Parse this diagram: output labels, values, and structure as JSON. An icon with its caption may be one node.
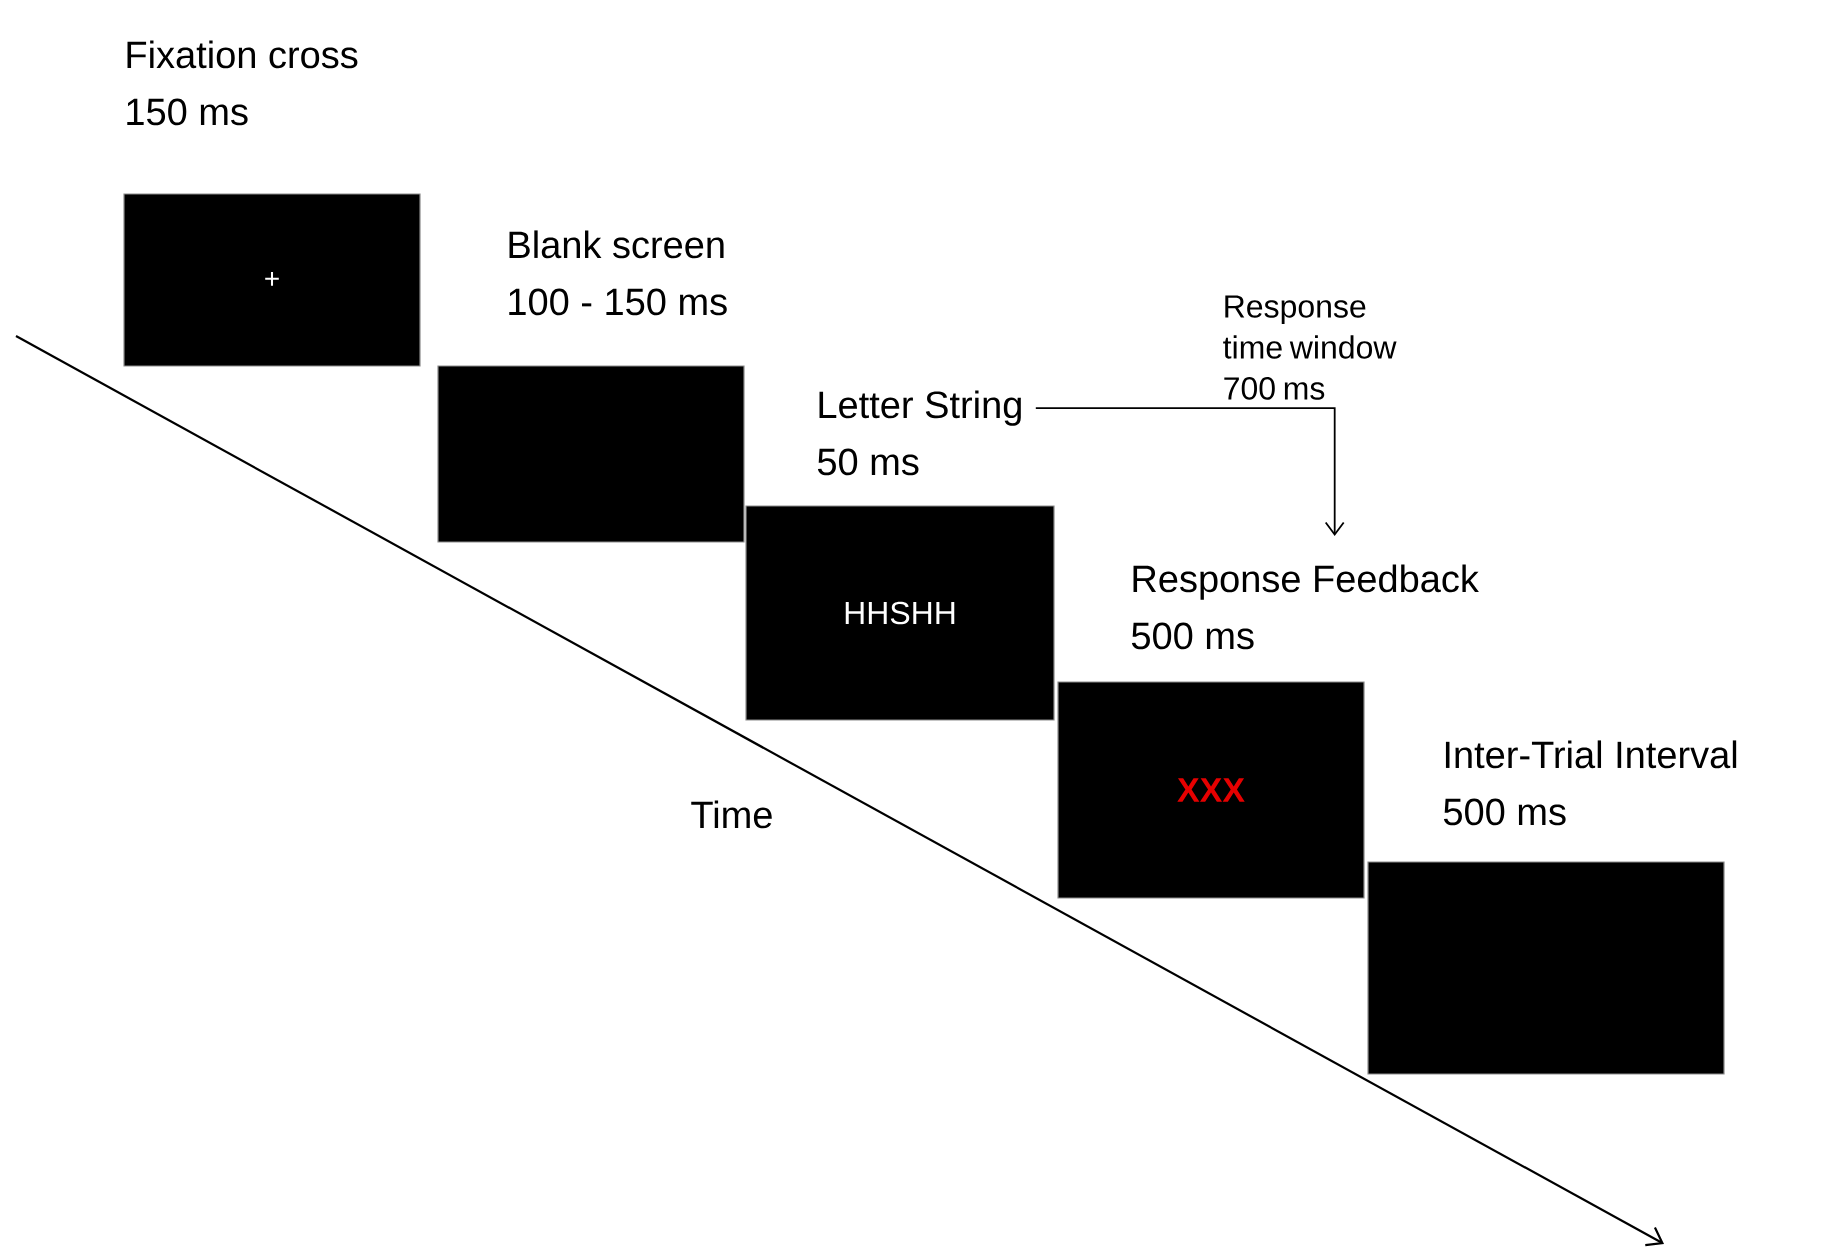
{
  "diagram": {
    "nodes": [
      {
        "text": [
          "Fixation cross",
          "150 ms",
          "+"
        ]
      },
      {
        "text": [
          "Blank screen",
          "100 - 150 ms"
        ]
      },
      {
        "text": [
          "Letter String",
          "50 ms",
          "HHSHH"
        ]
      },
      {
        "text": [
          "Response Feedback",
          "500 ms",
          "XXX"
        ]
      },
      {
        "text": [
          "Inter-Trial Interval",
          "500 ms"
        ]
      }
    ],
    "edges": [
      {
        "from": 2,
        "to": 3,
        "arrow": "to",
        "label": "Response time window 700 ms"
      }
    ],
    "labels": [
      "Time"
    ]
  }
}
